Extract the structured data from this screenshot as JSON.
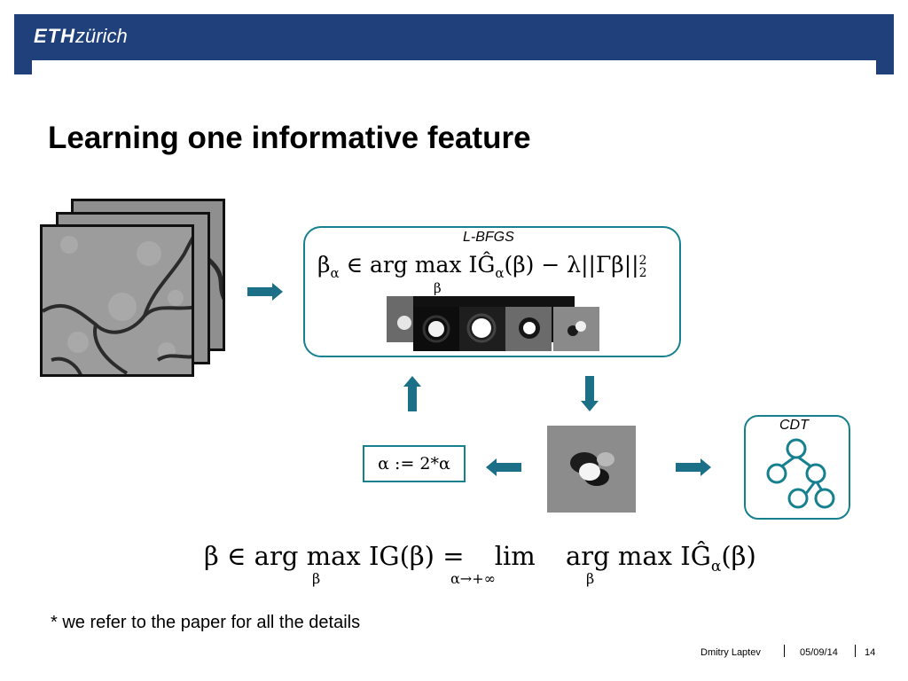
{
  "header": {
    "logo_bold": "ETH",
    "logo_rest": "zürich"
  },
  "slide": {
    "title": "Learning one informative feature"
  },
  "optimizer": {
    "label": "L-BFGS",
    "formula_lhs": "β",
    "formula_sub": "α",
    "formula_in": "∈ arg max",
    "formula_under": "β",
    "formula_rhs": "IĜ",
    "formula_rhs_sub": "α",
    "formula_tail": "(β) − λ||Γβ||",
    "formula_sup": "2",
    "formula_sub2": "2"
  },
  "update": {
    "text": "α := 2*α"
  },
  "classifier": {
    "label": "CDT"
  },
  "bottom_formula": {
    "part1": "β ∈ arg max",
    "part1_under": "β",
    "part2": "IG(β) =",
    "lim": "lim",
    "lim_under": "α→+∞",
    "part3": "arg max",
    "part3_under": "β",
    "part4": "IĜ",
    "part4_sub": "α",
    "part4_tail": "(β)"
  },
  "footnote": "* we refer to the paper for all the details",
  "footer": {
    "author": "Dmitry Laptev",
    "date": "05/09/14",
    "page": "14"
  },
  "colors": {
    "eth_blue": "#1f407a",
    "accent_teal": "#16808f",
    "arrow_fill": "#1b6f86"
  }
}
